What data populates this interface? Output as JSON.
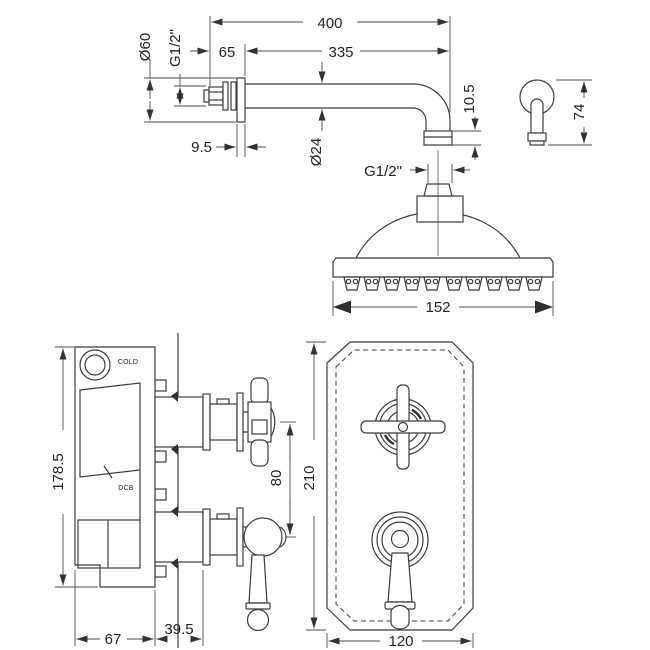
{
  "dimensions": {
    "arm": {
      "overall": "400",
      "inset": "65",
      "projection": "335",
      "flange_diameter": "Ø60",
      "thread_size": "G1/2\"",
      "plate_thickness": "9.5",
      "pipe_diameter": "Ø24",
      "outlet_length": "10.5",
      "wall_flange_height": "74"
    },
    "head": {
      "thread_size": "G1/2\"",
      "diameter": "152"
    },
    "valve_side": {
      "height": "178.5",
      "handle_centres": "80",
      "body_depth": "67",
      "projection": "39.5",
      "cold_label": "COLD",
      "brand_label": "DCB"
    },
    "valve_front": {
      "plate_height": "210",
      "plate_width": "120"
    }
  }
}
